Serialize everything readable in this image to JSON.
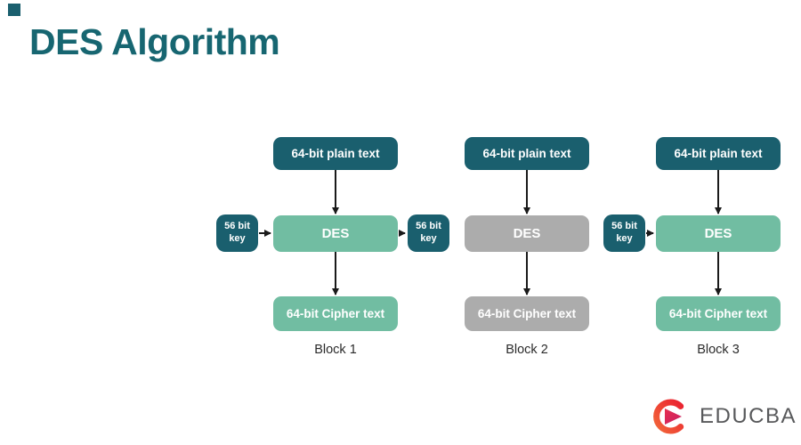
{
  "page": {
    "title": "DES Algorithm"
  },
  "colors": {
    "teal_dark": "#1a5f6e",
    "title_teal": "#176671",
    "mint_green": "#71bda2",
    "gray": "#acacac",
    "arrow": "#1a1a1a",
    "block_label": "#2b2b2b",
    "logo_text": "#58595b",
    "logo_red": "#ef4129",
    "logo_pink": "#d9265e"
  },
  "diagram": {
    "blocks": [
      {
        "label": "Block 1",
        "plain_text": "64-bit plain text",
        "des_text": "DES",
        "cipher_text": "64-bit Cipher text",
        "des_color": "#71bda2",
        "cipher_color": "#71bda2"
      },
      {
        "label": "Block 2",
        "plain_text": "64-bit plain text",
        "des_text": "DES",
        "cipher_text": "64-bit Cipher text",
        "des_color": "#acacac",
        "cipher_color": "#acacac"
      },
      {
        "label": "Block 3",
        "plain_text": "64-bit plain text",
        "des_text": "DES",
        "cipher_text": "64-bit Cipher text",
        "des_color": "#71bda2",
        "cipher_color": "#71bda2"
      }
    ],
    "key_boxes": [
      {
        "text": "56 bit key"
      },
      {
        "text": "56 bit key"
      },
      {
        "text": "56 bit key"
      }
    ]
  },
  "logo": {
    "text": "EDUCBA"
  }
}
